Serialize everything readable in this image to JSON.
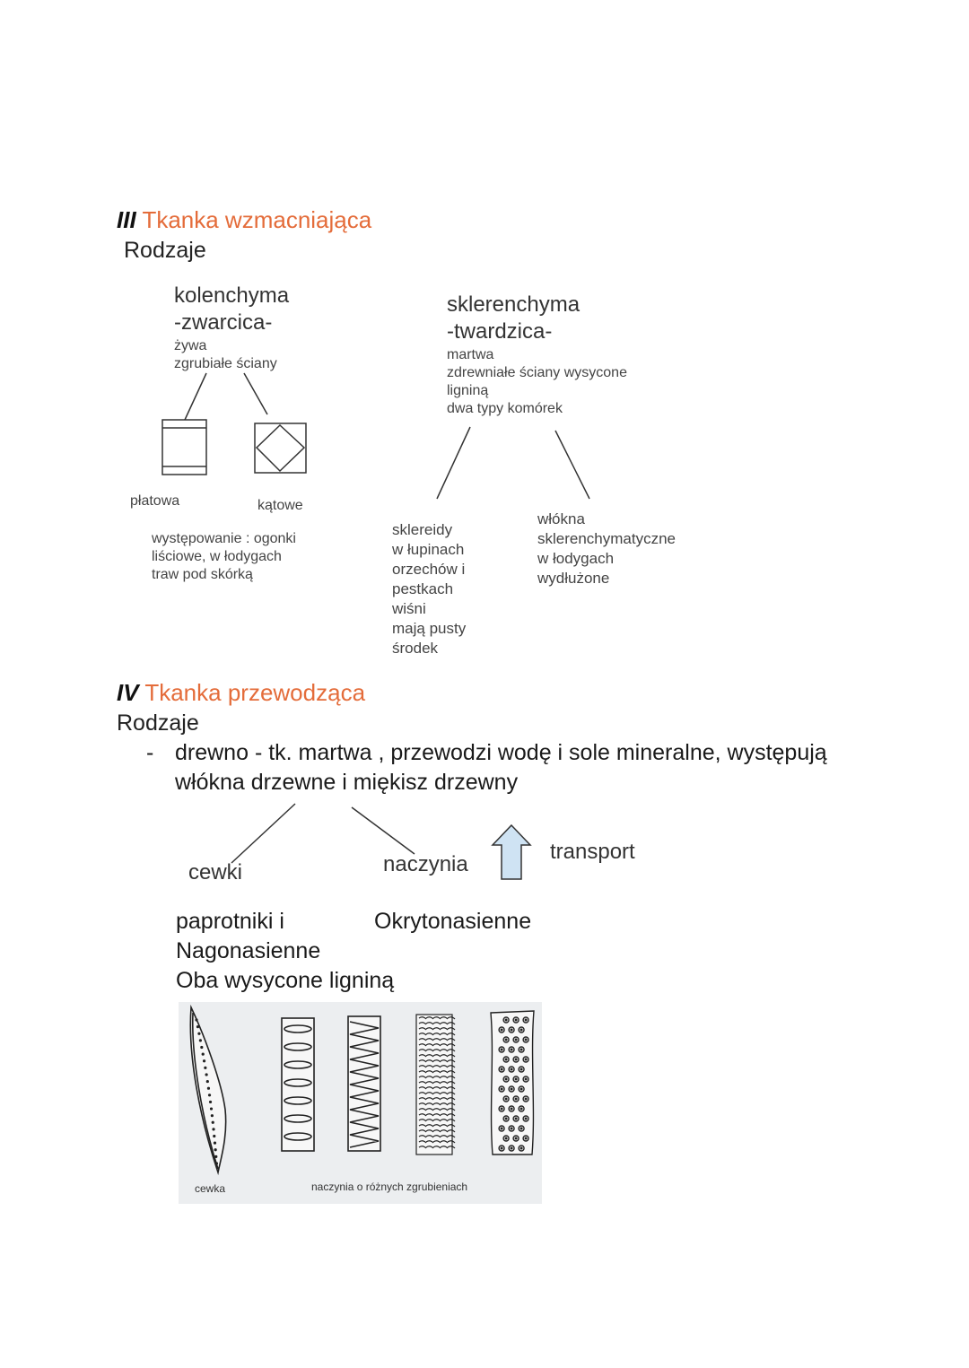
{
  "section3": {
    "numeral": "III",
    "title": "Tkanka wzmacniająca",
    "subtitle": "Rodzaje",
    "kolenchyma": {
      "name": "kolenchyma",
      "alias": "-zwarcica-",
      "traits": [
        "żywa",
        "zgrubiałe ściany"
      ],
      "types": [
        "płatowa",
        "kątowe"
      ],
      "occurrence": [
        "występowanie : ogonki",
        "liściowe, w łodygach",
        "traw pod skórką"
      ]
    },
    "sklerenchyma": {
      "name": "sklerenchyma",
      "alias": "-twardzica-",
      "traits": [
        "martwa",
        "zdrewniałe ściany wysycone",
        "ligniną",
        "dwa typy komórek"
      ],
      "sklereidy": [
        "sklereidy",
        "w łupinach",
        "orzechów i",
        "pestkach",
        "wiśni",
        "mają pusty",
        "środek"
      ],
      "wlokna": [
        "włókna",
        "sklerenchymatyczne",
        "w łodygach",
        "wydłużone"
      ]
    }
  },
  "section4": {
    "numeral": "IV",
    "title": "Tkanka przewodząca",
    "subtitle": "Rodzaje",
    "bullet_marker": "-",
    "drewno_line1": "drewno - tk. martwa , przewodzi wodę i sole mineralne, występują",
    "drewno_line2": "włókna drzewne i miękisz drzewny",
    "cewki": "cewki",
    "naczynia": "naczynia",
    "transport": "transport",
    "cewki_desc": [
      "paprotniki i",
      "Nagonasienne"
    ],
    "naczynia_desc": "Okrytonasienne",
    "both": "Oba wysycone ligniną",
    "figure": {
      "label_cewka": "cewka",
      "label_naczynia": "naczynia o różnych zgrubieniach"
    }
  },
  "colors": {
    "accent": "#e46c3a",
    "arrow_fill": "#cfe3f3",
    "figure_bg": "#eceef0"
  }
}
